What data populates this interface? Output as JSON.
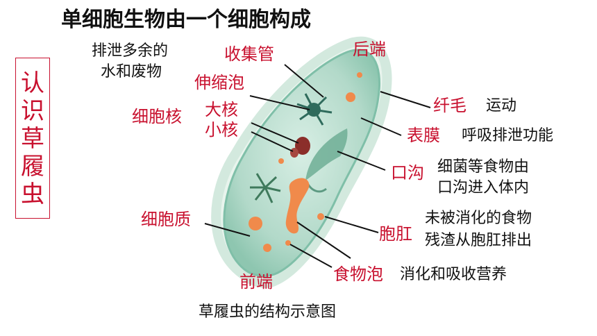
{
  "title": "单细胞生物由一个细胞构成",
  "side_label": "认识草履虫",
  "caption": "草履虫的结构示意图",
  "labels": {
    "excrete_desc_1": "排泄多余的",
    "excrete_desc_2": "水和废物",
    "collecting_tube": "收集管",
    "rear_end": "后端",
    "contractile_vacuole": "伸缩泡",
    "nucleus": "细胞核",
    "macronucleus": "大核",
    "micronucleus": "小核",
    "cilia": "纤毛",
    "cilia_desc": "运动",
    "pellicle": "表膜",
    "pellicle_desc": "呼吸排泄功能",
    "oral_groove": "口沟",
    "oral_groove_desc_1": "细菌等食物由",
    "oral_groove_desc_2": "口沟进入体内",
    "cytoplasm": "细胞质",
    "anal_pore": "胞肛",
    "anal_pore_desc_1": "未被消化的食物",
    "anal_pore_desc_2": "残渣从胞肛排出",
    "front_end": "前端",
    "food_vacuole": "食物泡",
    "food_vacuole_desc": "消化和吸收营养"
  },
  "colors": {
    "label_red": "#c8102e",
    "text_black": "#111111",
    "cell_fill": "#b9ddd0",
    "cell_edge": "#7fbfa8",
    "food_vacuole": "#f08a4b",
    "nucleus": "#8b2e2a"
  }
}
